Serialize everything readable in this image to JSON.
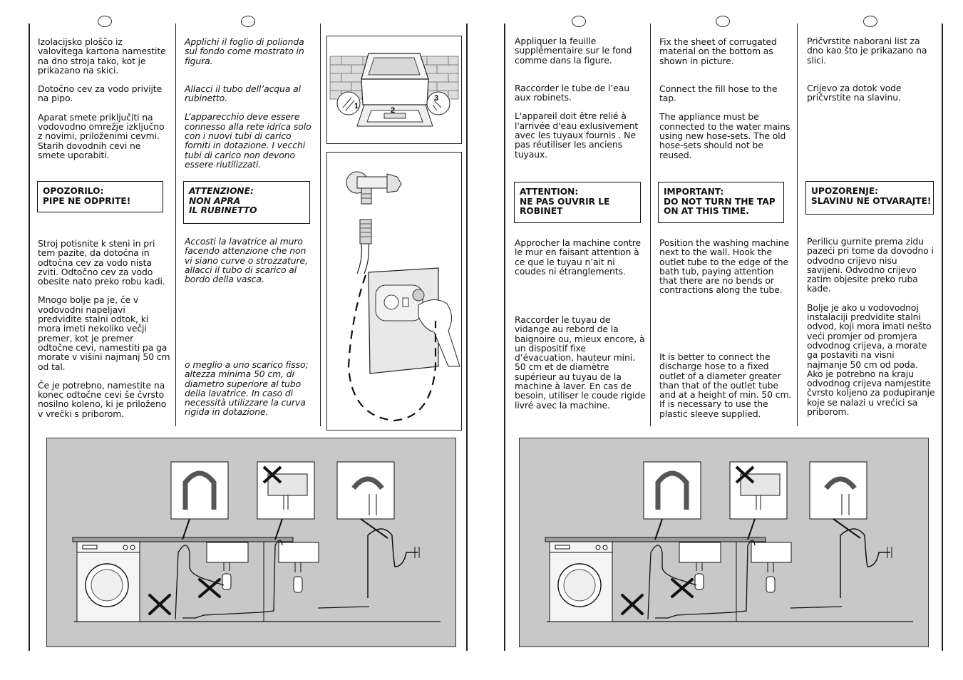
{
  "colors": {
    "panel_bg": "#c8c8c8",
    "ink": "#111111"
  },
  "pages": [
    {
      "columns": [
        {
          "id": "sl",
          "blocks_top": [
            "Izolacijsko ploščo iz valovitega kartona namestite na dno stroja tako, kot je prikazano na skici.",
            "Dotočno cev za vodo privijte na pipo.",
            "Aparat smete priključiti na vodovodno omrežje izključno z novimi, priloženimi cevmi. Starih dovodnih cevi ne smete uporabiti."
          ],
          "warning": [
            "OPOZORILO:",
            "PIPE NE ODPRITE!"
          ],
          "blocks_bottom": [
            "Stroj potisnite k steni in pri tem pazite, da dotočna in odtočna cev za vodo nista zviti. Odtočno cev za vodo obesite nato preko robu kadi.",
            "Mnogo bolje pa je, če v vodovodni napeljavi predvidite stalni odtok, ki mora imeti nekoliko večji premer, kot je premer odtočne cevi, namestiti pa ga morate v višini najmanj 50 cm od tal.",
            "Če je potrebno, namestite na konec odtočne cevi še čvrsto nosilno koleno, ki je priloženo v vrečki s priborom."
          ]
        },
        {
          "id": "it",
          "blocks_top": [
            "Applichi il foglio di polionda sul fondo come mostrato in figura.",
            "Allacci il tubo dell’acqua al rubinetto.",
            "L’apparecchio deve essere connesso alla rete idrica solo con i nuovi tubi di carico forniti in dotazione. I vecchi tubi di carico non devono essere riutilizzati."
          ],
          "warning": [
            "ATTENZIONE:",
            "NON APRA",
            "IL RUBINETTO"
          ],
          "blocks_bottom": [
            "Accosti la lavatrice al muro facendo attenzione che non vi siano curve o strozzature, allacci il tubo di scarico al bordo della vasca.",
            "o meglio a uno scarico fisso; altezza minima 50 cm, di diametro superiore al tubo della lavatrice. In caso di necessità utilizzare la curva rigida in dotazione."
          ]
        }
      ],
      "figure_labels": [
        "1",
        "2",
        "3"
      ]
    },
    {
      "columns": [
        {
          "id": "fr",
          "blocks_top": [
            "Appliquer la feuille supplémentaire sur le fond comme dans la figure.",
            "Raccorder le tube de l’eau aux robinets.",
            "L'appareil doit être relié à l'arrivée d'eau exlusivement avec les tuyaux fournis . Ne pas réutiliser  les anciens tuyaux."
          ],
          "warning": [
            "ATTENTION:",
            "NE PAS OUVRIR LE",
            "ROBINET"
          ],
          "blocks_bottom": [
            "Approcher la machine contre le mur en faisant attention à ce que le tuyau n’ait ni coudes ni étranglements.",
            "Raccorder le tuyau de vidange au rebord de la baignoire ou, mieux encore, à un dispositif fixe d’évacuation, hauteur mini. 50 cm et de diamètre supérieur au tuyau de la machine à laver. En cas de besoin, utiliser le coude rigide livré avec la machine."
          ]
        },
        {
          "id": "en",
          "blocks_top": [
            "Fix the sheet of corrugated material on the bottom as shown in picture.",
            "Connect the fill hose to the tap.",
            "The appliance must be connected to the water mains using new hose-sets. The old hose-sets should not be reused."
          ],
          "warning": [
            "IMPORTANT:",
            "DO NOT TURN THE TAP",
            "ON AT THIS TIME."
          ],
          "blocks_bottom": [
            "Position the washing machine next to the wall. Hook the outlet tube to the edge of the bath tub, paying attention that there are no bends or contractions along the tube.",
            "It is better to connect the discharge hose to a fixed outlet of a diameter greater than that of the outlet tube and at a height of min. 50 cm. If is necessary to use the plastic sleeve supplied."
          ]
        },
        {
          "id": "hr",
          "blocks_top": [
            "Pričvrstite naborani list za dno kao što je prikazano na slici.",
            "Crijevo za dotok vode pričvrstite na slavinu."
          ],
          "warning": [
            "UPOZORENJE:",
            "SLAVINU NE OTVARAJTE!"
          ],
          "blocks_bottom": [
            "Perilicu gurnite prema zidu pazeći pri tome da dovodno i odvodno crijevo nisu savijeni. Odvodno crijevo zatim objesite preko ruba kade.",
            "Bolje je ako u vodovodnoj instalaciji predvidite stalni odvod, koji mora imati nešto veći promjer od promjera odvodnog crijeva, a morate ga postaviti na visni najmanje 50 cm od poda. Ako je potrebno na kraju odvodnog crijeva namjestite čvrsto koljeno za podupiranje koje se nalazi u vrećici sa priborom."
          ]
        }
      ]
    }
  ]
}
